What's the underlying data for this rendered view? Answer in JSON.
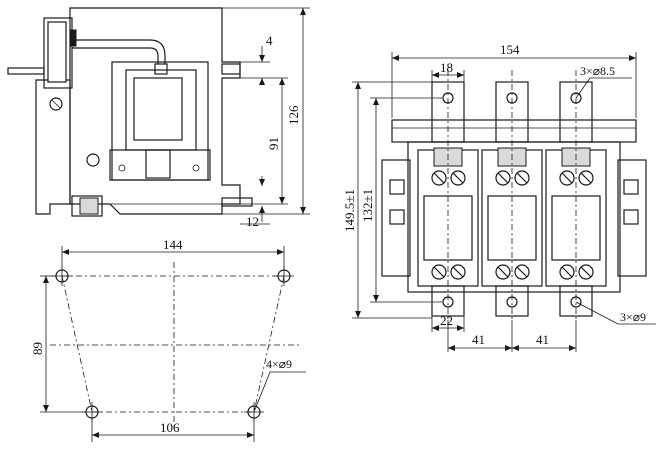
{
  "side_view": {
    "dims": {
      "d4": "4",
      "d126": "126",
      "d91": "91",
      "d12": "12"
    }
  },
  "mounting_view": {
    "dims": {
      "d144": "144",
      "d89": "89",
      "d106": "106",
      "holes": "4×⌀9"
    }
  },
  "front_view": {
    "dims": {
      "d154": "154",
      "d18": "18",
      "terminal_holes": "3×⌀8.5",
      "d149": "149.5±1",
      "d132": "132±1",
      "d22": "22",
      "d41a": "41",
      "d41b": "41",
      "bottom_holes": "3×⌀9"
    }
  }
}
